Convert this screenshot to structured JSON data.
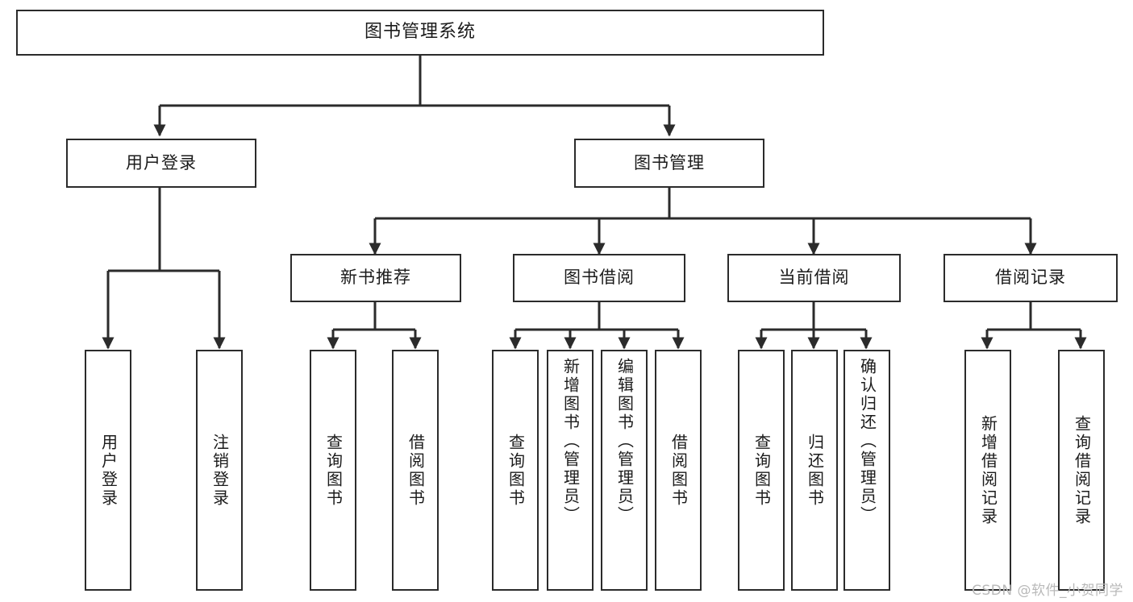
{
  "diagram": {
    "title": "图书管理系统",
    "type": "tree",
    "theme": {
      "stroke": "#2b2b2b",
      "fill": "#ffffff",
      "text": "#1b1b1b",
      "watermark_color": "#b9b9b9"
    },
    "root": {
      "label": "图书管理系统"
    },
    "level2": [
      {
        "label": "用户登录"
      },
      {
        "label": "图书管理"
      }
    ],
    "level3": [
      {
        "label": "新书推荐"
      },
      {
        "label": "图书借阅"
      },
      {
        "label": "当前借阅"
      },
      {
        "label": "借阅记录"
      }
    ],
    "leaves": {
      "user_login": [
        {
          "label": "用户登录"
        },
        {
          "label": "注销登录"
        }
      ],
      "new_book": [
        {
          "label": "查询图书"
        },
        {
          "label": "借阅图书"
        }
      ],
      "book_borrow": [
        {
          "label": "查询图书"
        },
        {
          "label": "新增图书（管理员）"
        },
        {
          "label": "编辑图书（管理员）"
        },
        {
          "label": "借阅图书"
        }
      ],
      "current_borrow": [
        {
          "label": "查询图书"
        },
        {
          "label": "归还图书"
        },
        {
          "label": "确认归还（管理员）"
        }
      ],
      "borrow_record": [
        {
          "label": "新增借阅记录"
        },
        {
          "label": "查询借阅记录"
        }
      ]
    }
  },
  "watermark": {
    "text": "CSDN @软件_小贺同学"
  }
}
